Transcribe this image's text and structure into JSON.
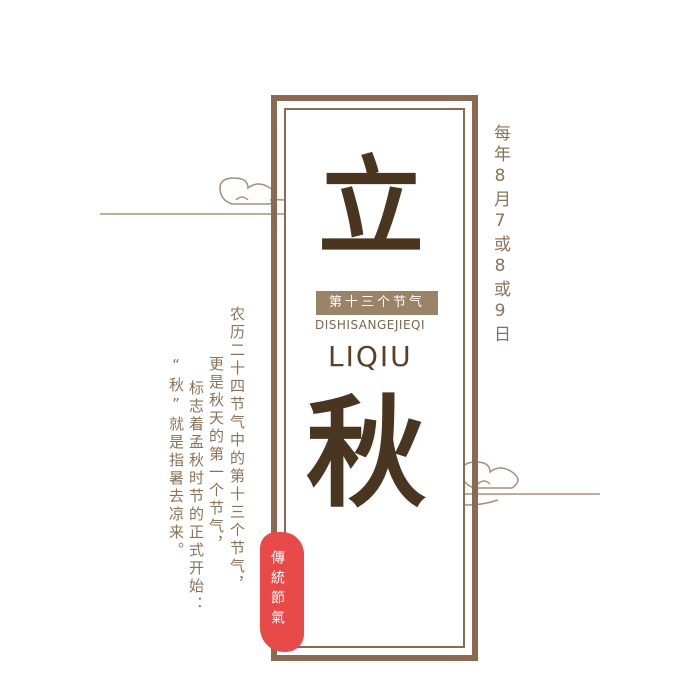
{
  "title": {
    "char1": "立",
    "char2": "秋",
    "pinyin": "DISHISANGEJIEQI",
    "romanized": "LIQIU"
  },
  "badge": {
    "label": "第十三个节气"
  },
  "date_text": "每年8月7或8或9日",
  "description": {
    "col1": "农历二十四节气中的第十三个节气，",
    "col2": "更是秋天的第一个节气，",
    "col3": "标志着孟秋时节的正式开始：",
    "col4": "“秋”就是指暑去凉来。"
  },
  "seal": {
    "text": "傳統節氣"
  },
  "colors": {
    "frame": "#8a6a52",
    "text_dark": "#4a3620",
    "text_light": "#8b735a",
    "badge_bg": "#9a8367",
    "seal_red": "#e84a4a",
    "leaf_orange": "#e8762a"
  }
}
